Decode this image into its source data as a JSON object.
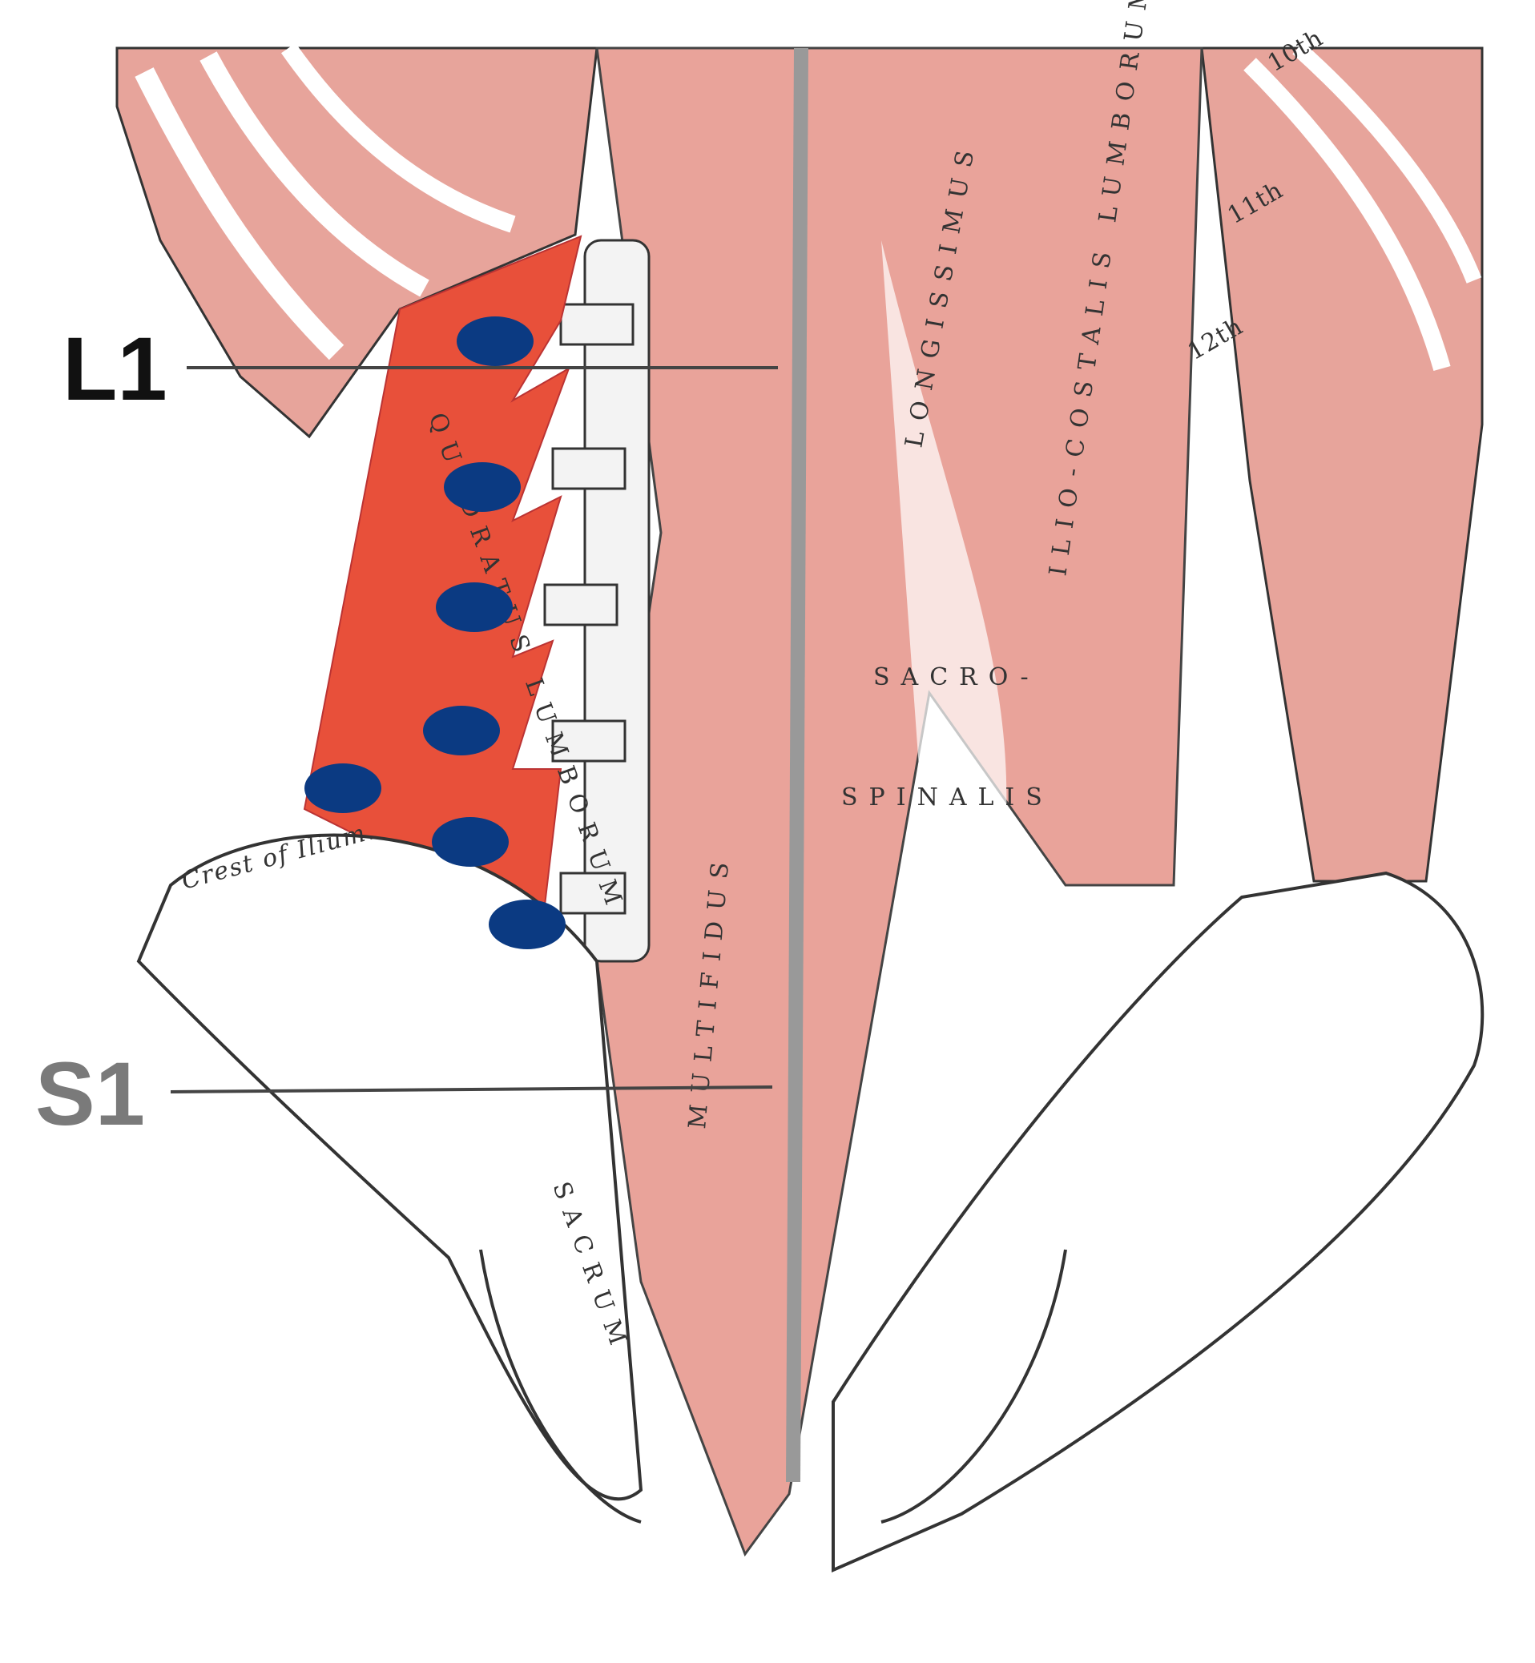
{
  "levels": {
    "upper": "L1",
    "lower": "S1"
  },
  "illustration_labels": {
    "quadratus": "QUADRATUS LUMBORUM",
    "multifidus": "MULTIFIDUS",
    "longissimus": "LONGISSIMUS",
    "iliocostalis": "ILIO-COSTALIS LUMBORUM",
    "sacro": "SACRO-",
    "spinalis": "SPINALIS",
    "crest": "Crest of Ilium.",
    "sacrum": "SACRUM",
    "rib10": "10th",
    "rib11": "11th",
    "rib12": "12th"
  },
  "colors": {
    "highlight_muscle": "#e8503a",
    "marker": "#0b3a82",
    "muscle": "#e9a39a"
  },
  "markers_count": 7
}
